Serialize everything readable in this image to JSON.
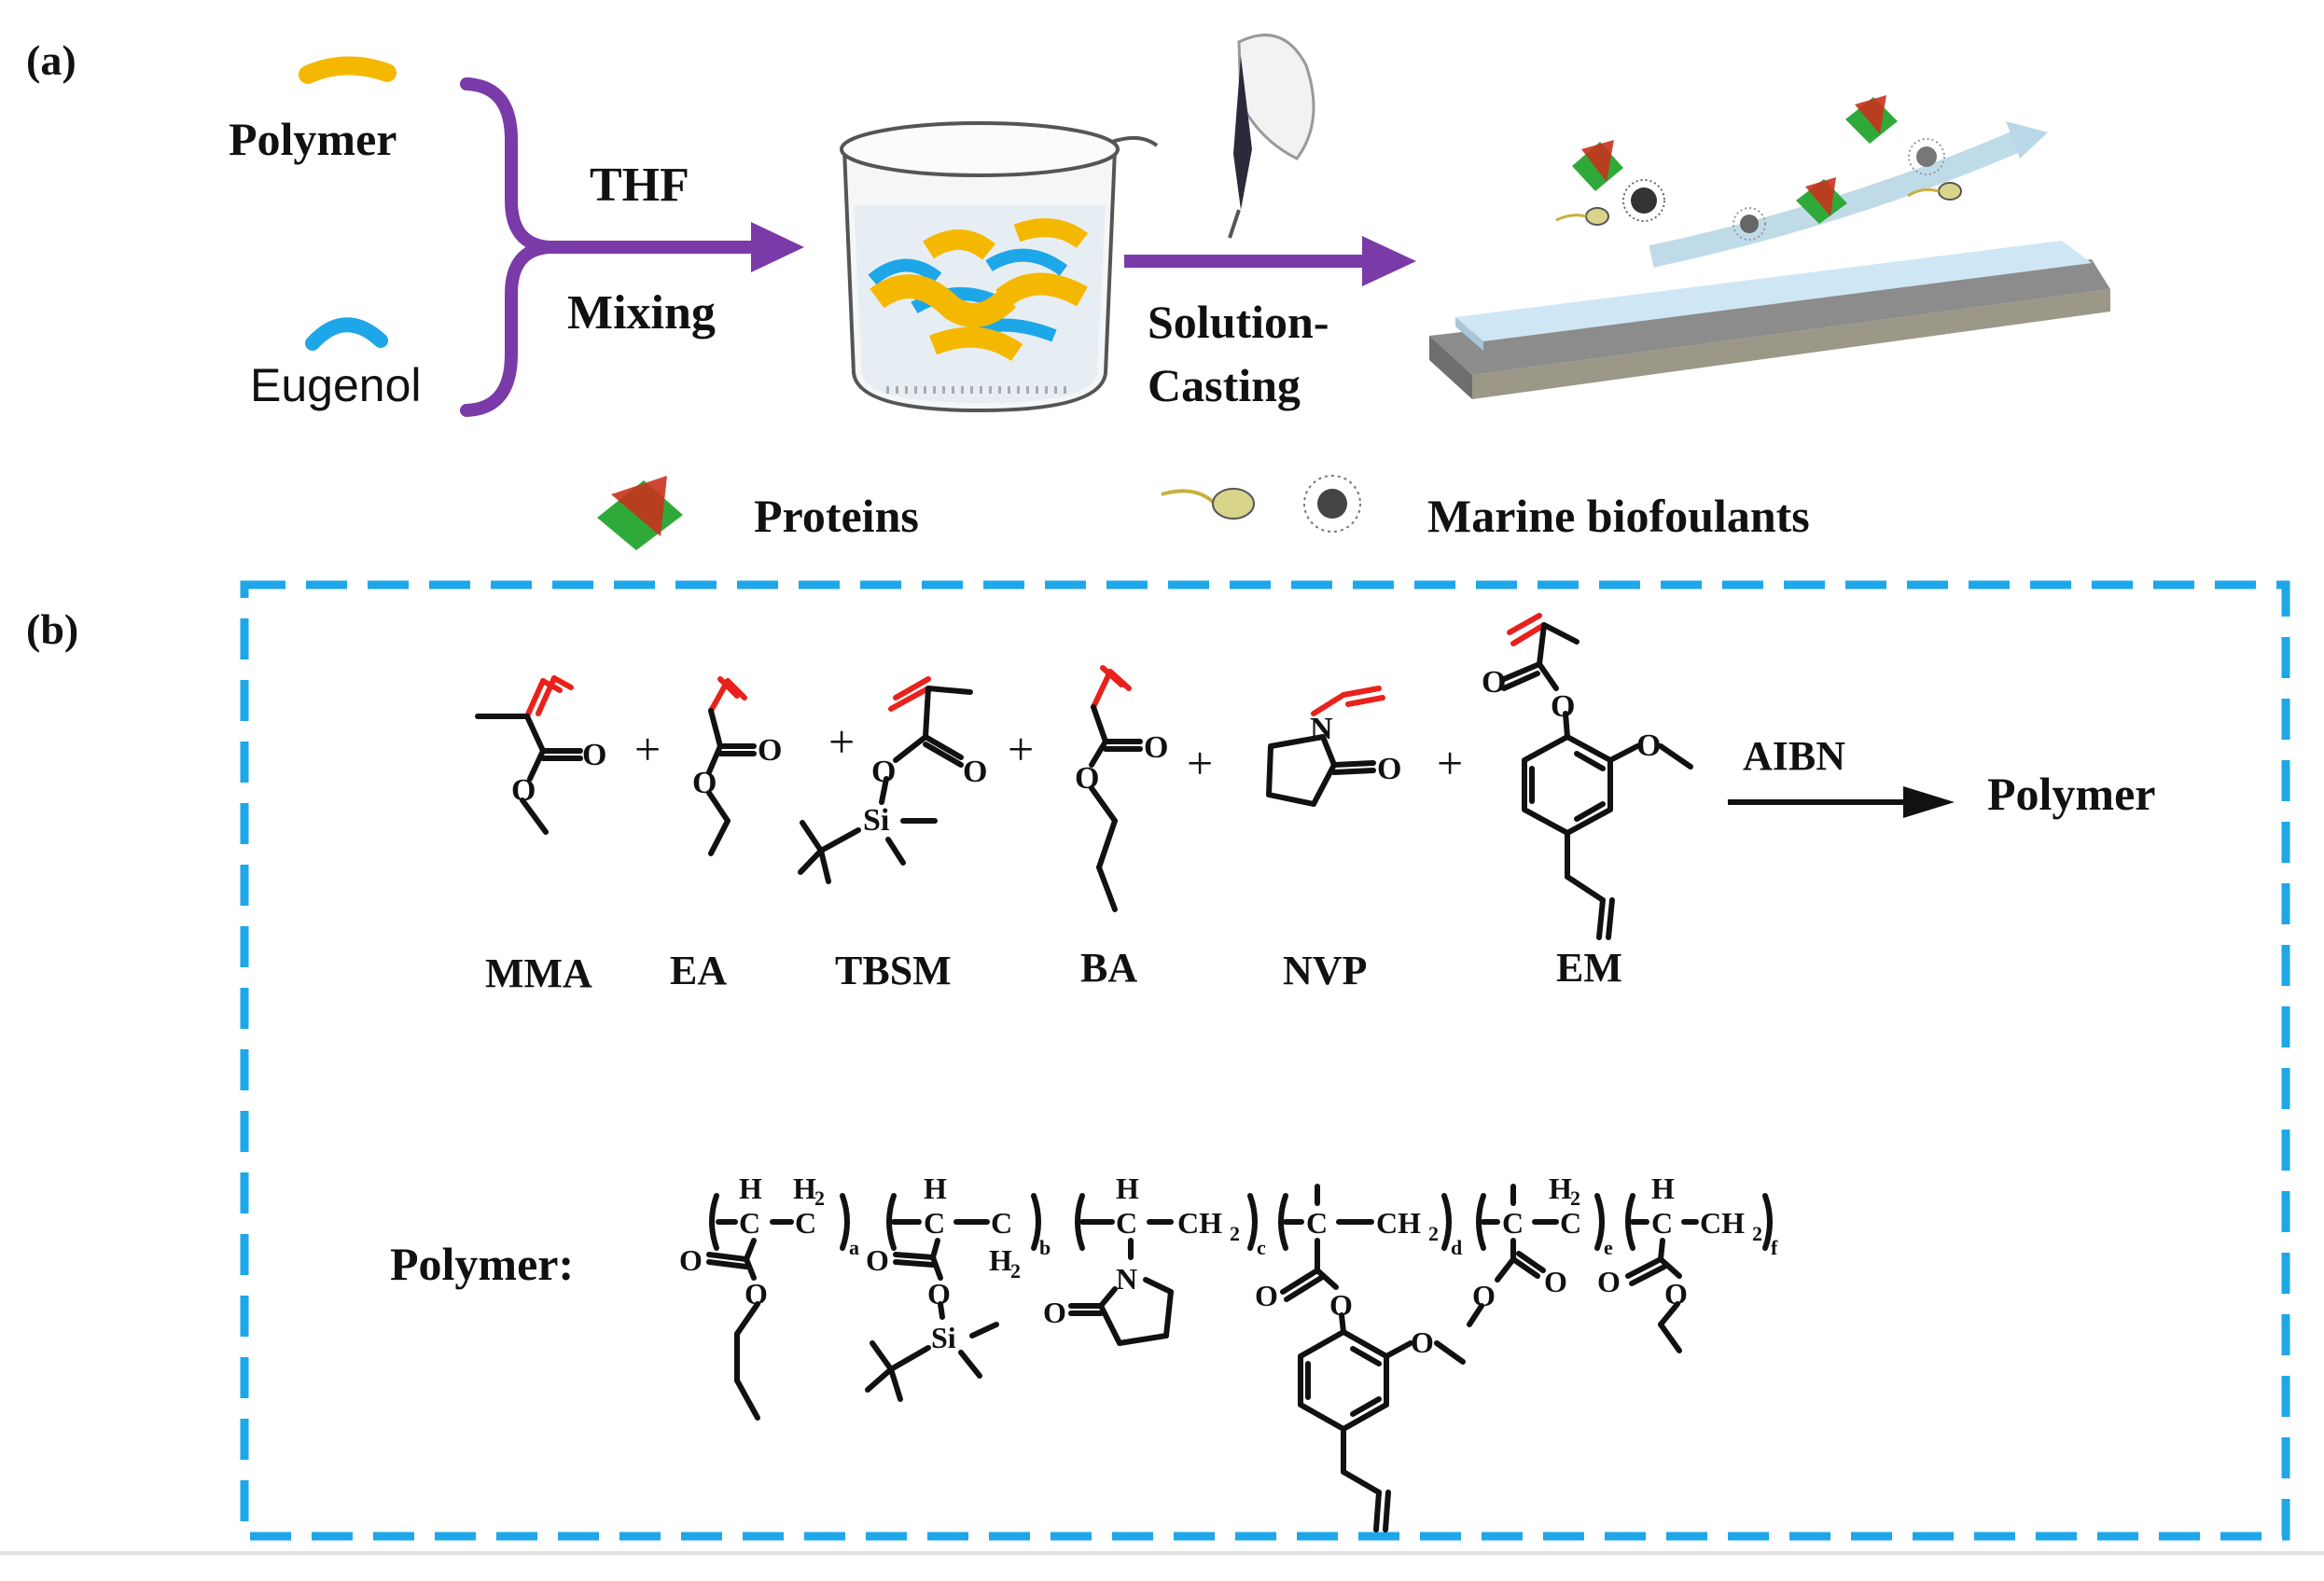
{
  "panel_a": {
    "label": "(a)",
    "inputs": {
      "polymer": "Polymer",
      "eugenol": "Eugenol"
    },
    "step1": {
      "top": "THF",
      "bottom": "Mixing"
    },
    "step2": {
      "line1": "Solution-",
      "line2": "Casting"
    },
    "legend": {
      "proteins": "Proteins",
      "biofoulants": "Marine biofoulants"
    },
    "colors": {
      "polymer": "#f5b800",
      "eugenol": "#1ea7e8",
      "arrow": "#7a3aa8"
    }
  },
  "panel_b": {
    "label": "(b)",
    "monomers": [
      "MMA",
      "EA",
      "TBSM",
      "BA",
      "NVP",
      "EM"
    ],
    "plus": "+",
    "reagent": "AIBN",
    "product": "Polymer",
    "polymer_label": "Polymer:",
    "subscripts": [
      "a",
      "b",
      "c",
      "d",
      "e",
      "f"
    ],
    "atoms": {
      "O": "O",
      "N": "N",
      "Si": "Si",
      "H": "H",
      "H2": "H",
      "C": "C",
      "CH2": "CH",
      "two": "2"
    },
    "colors": {
      "frame": "#1ea7e8",
      "vinyl": "#e8221b",
      "bond": "#111111"
    }
  }
}
